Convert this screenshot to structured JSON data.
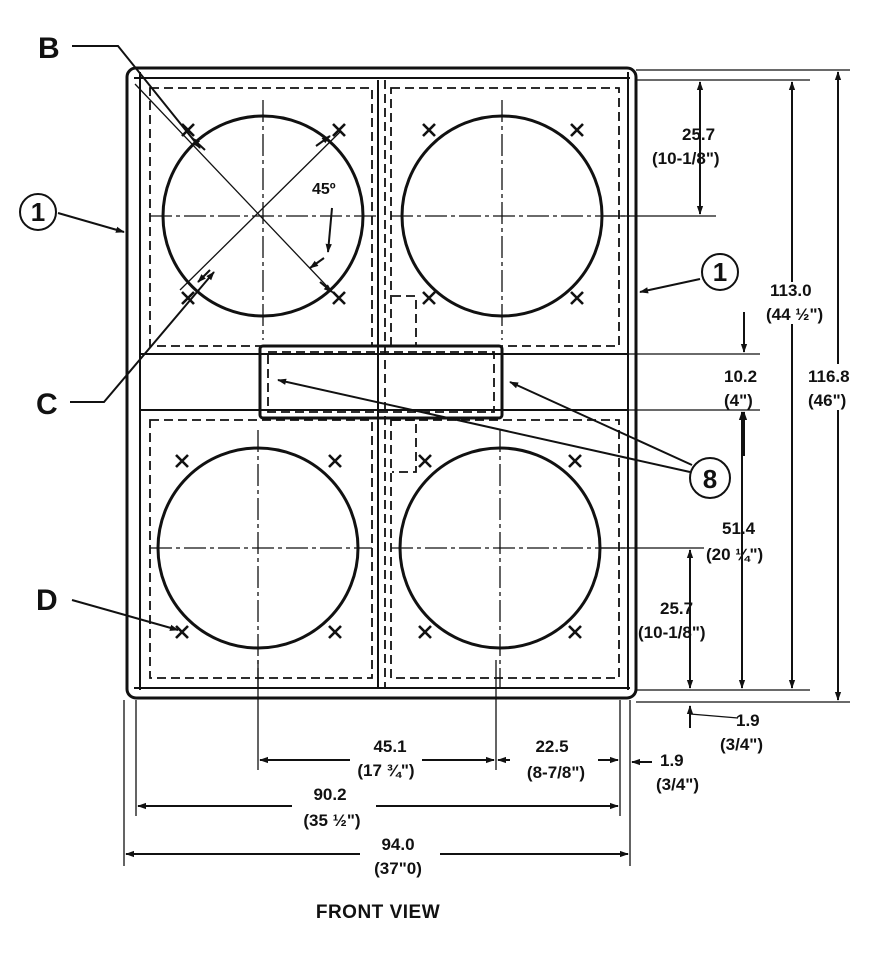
{
  "callouts": {
    "b": "B",
    "c": "C",
    "d": "D",
    "one_left": "1",
    "one_right": "1",
    "eight": "8"
  },
  "angle": "45º",
  "dimensions": {
    "top_driver_offset": {
      "mm": "25.7",
      "in": "(10-1/8\")"
    },
    "bottom_driver_offset": {
      "mm": "25.7",
      "in": "(10-1/8\")"
    },
    "port_height": {
      "mm": "10.2",
      "in": "(4\")"
    },
    "lower_section": {
      "mm": "51.4",
      "in": "(20 ¼\")"
    },
    "inner_height": {
      "mm": "113.0",
      "in": "(44 ½\")"
    },
    "overall_height": {
      "mm": "116.8",
      "in": "(46\")"
    },
    "bottom_trim": {
      "mm": "1.9",
      "in": "(3/4\")"
    },
    "driver_spacing": {
      "mm": "45.1",
      "in": "(17 ¾\")"
    },
    "driver_to_edge": {
      "mm": "22.5",
      "in": "(8-7/8\")"
    },
    "side_trim": {
      "mm": "1.9",
      "in": "(3/4\")"
    },
    "inner_width": {
      "mm": "90.2",
      "in": "(35 ½\")"
    },
    "overall_width": {
      "mm": "94.0",
      "in": "(37\"0)"
    }
  },
  "caption": "FRONT VIEW"
}
